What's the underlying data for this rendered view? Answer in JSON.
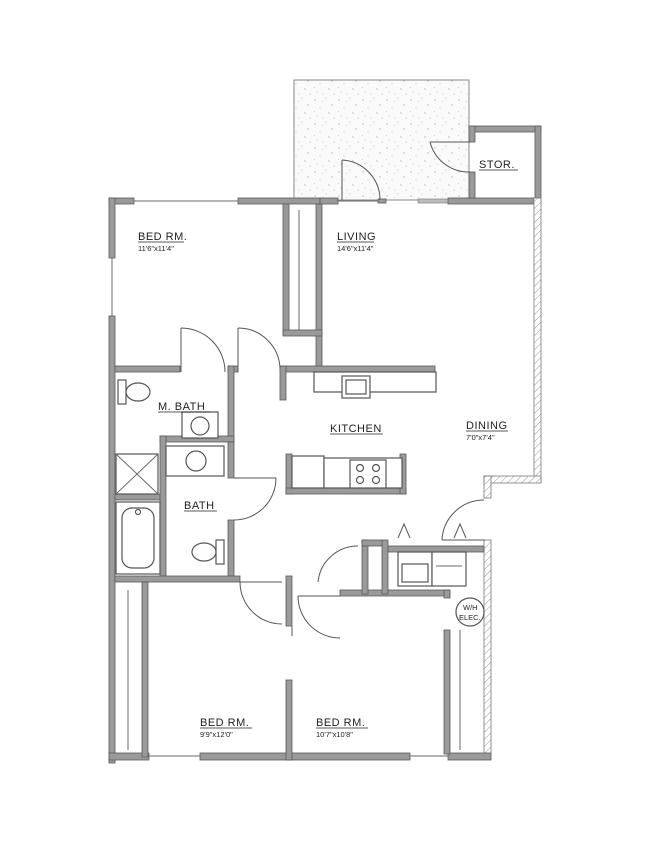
{
  "rooms": {
    "bed1": {
      "name": "BED RM.",
      "size": "11'6\"x11'4\""
    },
    "living": {
      "name": "LIVING",
      "size": "14'6\"x11'4\""
    },
    "storage": {
      "name": "STOR."
    },
    "master_bath": {
      "name": "M. BATH"
    },
    "kitchen": {
      "name": "KITCHEN"
    },
    "dining": {
      "name": "DINING",
      "size": "7'0\"x7'4\""
    },
    "bath": {
      "name": "BATH"
    },
    "bed2": {
      "name": "BED RM.",
      "size": "9'9\"x12'0\""
    },
    "bed3": {
      "name": "BED RM.",
      "size": "10'7\"x10'8\""
    },
    "utility": {
      "line1": "W/H",
      "line2": "ELEC."
    }
  }
}
